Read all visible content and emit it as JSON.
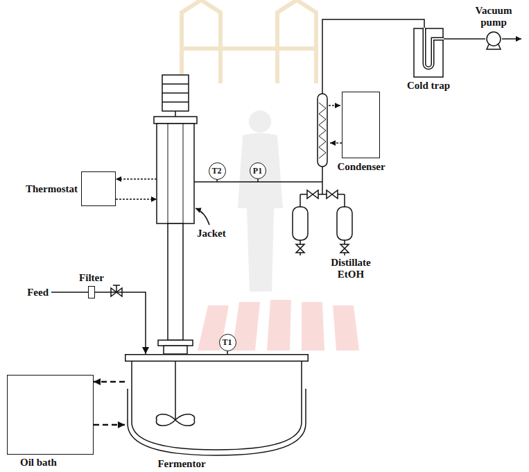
{
  "diagram": {
    "nodes": [
      {
        "text": [
          "Vacuum pump"
        ]
      },
      {
        "text": [
          "Cold trap"
        ]
      },
      {
        "text": [
          "Condenser"
        ]
      },
      {
        "text": [
          "T2"
        ]
      },
      {
        "text": [
          "P1"
        ]
      },
      {
        "text": [
          "Thermostat"
        ]
      },
      {
        "text": [
          "Distillate EtOH"
        ]
      },
      {
        "text": [
          "Filter"
        ]
      },
      {
        "text": [
          "T1"
        ]
      },
      {
        "text": [
          "Fermentor"
        ]
      },
      {
        "text": [
          "Oil bath"
        ]
      }
    ],
    "edges": [
      {
        "from": 1,
        "to": 0,
        "arrow": "none"
      },
      {
        "from": 7,
        "to": 9,
        "arrow": "to"
      },
      {
        "from": 9,
        "to": 10,
        "arrow": "to"
      },
      {
        "from": 10,
        "to": 9,
        "arrow": "to"
      }
    ],
    "labels": [
      "Jacket",
      "Feed"
    ]
  }
}
